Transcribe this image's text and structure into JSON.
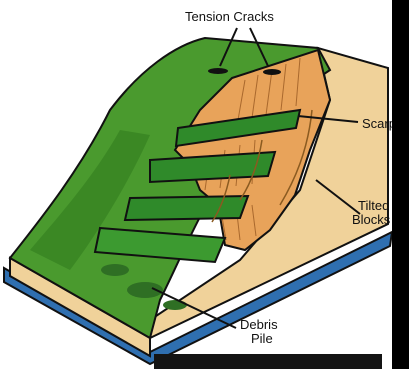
{
  "labels": {
    "tension_cracks": "Tension Cracks",
    "scarp": "Scarp",
    "tilted_blocks_line1": "Tilted",
    "tilted_blocks_line2": "Blocks",
    "debris_pile_line1": "Debris",
    "debris_pile_line2": "Pile"
  },
  "colors": {
    "grass": "#4a9a2e",
    "grass_dark": "#2f7a1e",
    "scarp_orange": "#e8a35a",
    "soil_tan": "#f0d29a",
    "water_blue": "#2f6fb0",
    "outline": "#111111"
  }
}
